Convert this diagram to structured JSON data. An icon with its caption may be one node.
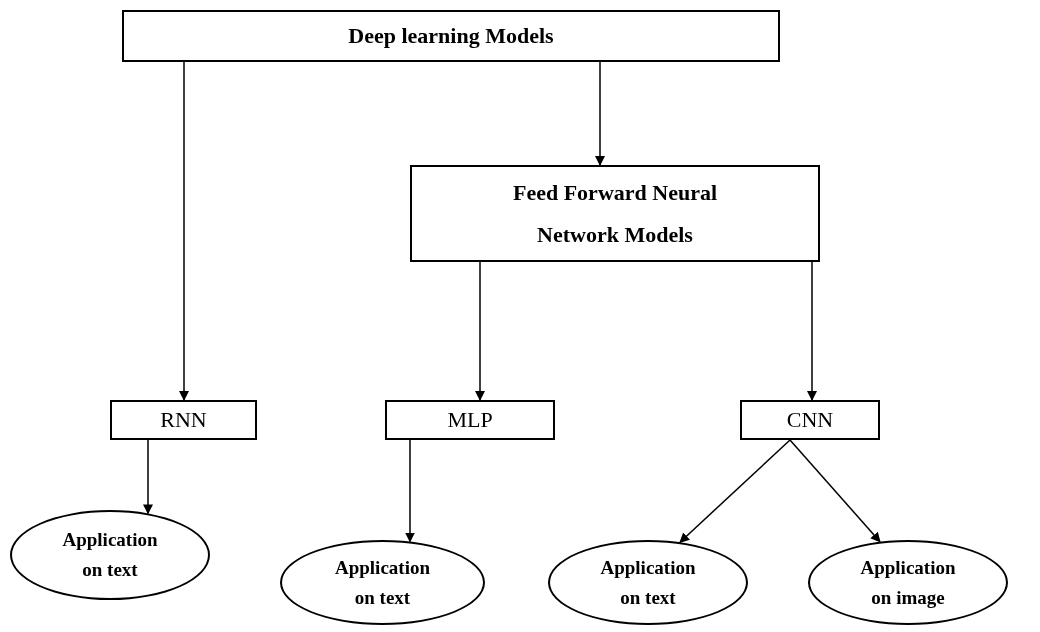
{
  "diagram": {
    "nodes": [
      {
        "text": [
          "Deep learning Models"
        ]
      },
      {
        "text": [
          "Feed Forward Neural Network Models"
        ]
      },
      {
        "text": [
          "RNN"
        ]
      },
      {
        "text": [
          "MLP"
        ]
      },
      {
        "text": [
          "CNN"
        ]
      },
      {
        "text": [
          "Application on text"
        ]
      },
      {
        "text": [
          "Application on text"
        ]
      },
      {
        "text": [
          "Application on text"
        ]
      },
      {
        "text": [
          "Application on image"
        ]
      }
    ],
    "edges": [
      {
        "from": 0,
        "to": 2,
        "arrow": "to"
      },
      {
        "from": 0,
        "to": 1,
        "arrow": "to"
      },
      {
        "from": 1,
        "to": 3,
        "arrow": "to"
      },
      {
        "from": 1,
        "to": 4,
        "arrow": "to"
      },
      {
        "from": 2,
        "to": 5,
        "arrow": "to"
      },
      {
        "from": 3,
        "to": 6,
        "arrow": "to"
      },
      {
        "from": 4,
        "to": 7,
        "arrow": "to"
      },
      {
        "from": 4,
        "to": 8,
        "arrow": "to"
      }
    ]
  }
}
